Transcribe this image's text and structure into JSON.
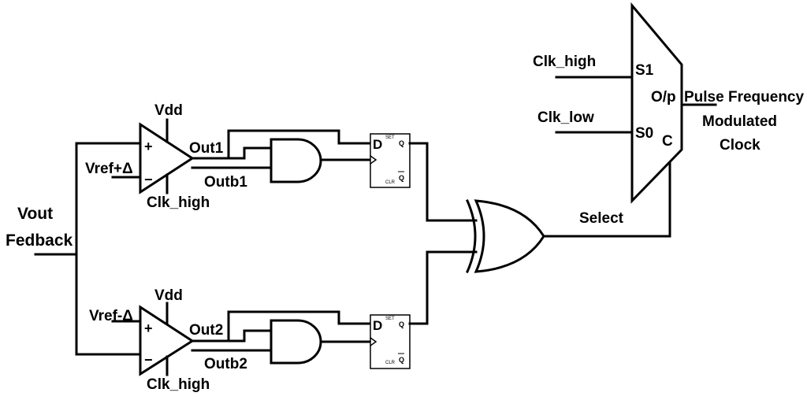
{
  "feedback": {
    "line1": "Vout",
    "line2": "Fedback"
  },
  "comparator1": {
    "plus": "+",
    "minus": "−",
    "supply": "Vdd",
    "ref": "Vref+Δ",
    "clock": "Clk_high",
    "out": "Out1",
    "outb": "Outb1"
  },
  "comparator2": {
    "plus": "+",
    "minus": "−",
    "supply": "Vdd",
    "ref": "Vref-Δ",
    "clock": "Clk_high",
    "out": "Out2",
    "outb": "Outb2"
  },
  "flipflop1": {
    "d": "D",
    "set": "SET",
    "q": "Q",
    "clr": "CLR",
    "qbar": "Q"
  },
  "flipflop2": {
    "d": "D",
    "set": "SET",
    "q": "Q",
    "clr": "CLR",
    "qbar": "Q"
  },
  "xor": {
    "output": "Select"
  },
  "mux": {
    "in_high": "Clk_high",
    "in_low": "Clk_low",
    "s1": "S1",
    "s0": "S0",
    "op": "O/p",
    "c": "C",
    "output_line1": "Pulse Frequency",
    "output_line2": "Modulated",
    "output_line3": "Clock"
  }
}
